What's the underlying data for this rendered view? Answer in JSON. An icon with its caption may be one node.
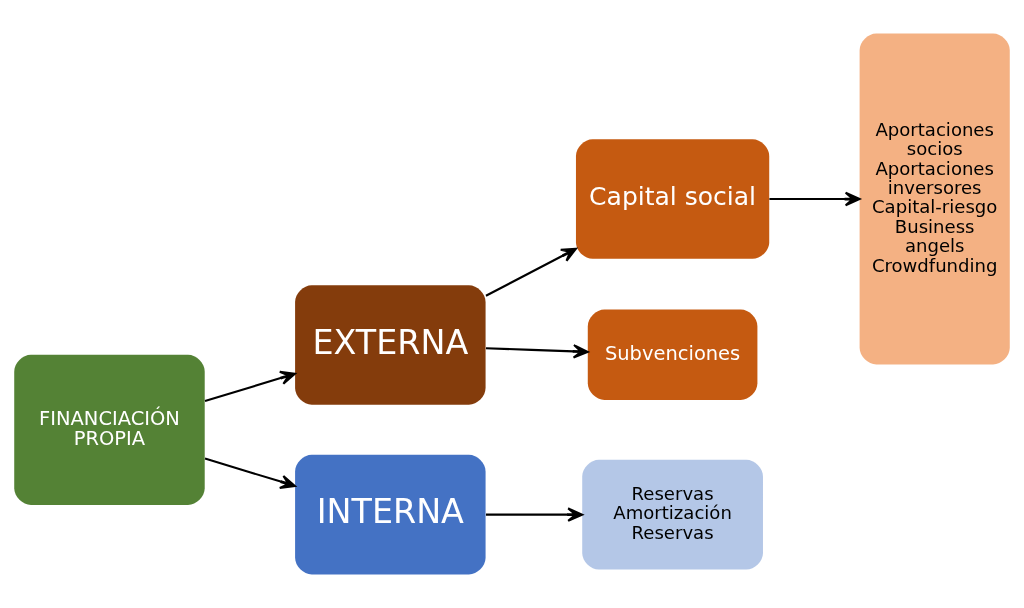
{
  "diagram": {
    "nodes": [
      {
        "text": [
          "FINANCIACIÓN PROPIA"
        ]
      },
      {
        "text": [
          "EXTERNA"
        ]
      },
      {
        "text": [
          "INTERNA"
        ]
      },
      {
        "text": [
          "Capital social"
        ]
      },
      {
        "text": [
          "Subvenciones"
        ]
      },
      {
        "text": [
          "Aportaciones socios",
          "Aportaciones inversores",
          "Capital-riesgo",
          "Business angels",
          "Crowdfunding"
        ]
      },
      {
        "text": [
          "Reservas",
          "Amortización",
          "Reservas"
        ]
      }
    ],
    "edges": [
      {
        "from": 0,
        "to": 1,
        "arrow": "to"
      },
      {
        "from": 0,
        "to": 2,
        "arrow": "to"
      },
      {
        "from": 1,
        "to": 3,
        "arrow": "to"
      },
      {
        "from": 1,
        "to": 4,
        "arrow": "to"
      },
      {
        "from": 3,
        "to": 5,
        "arrow": "to"
      },
      {
        "from": 2,
        "to": 6,
        "arrow": "to"
      }
    ]
  }
}
